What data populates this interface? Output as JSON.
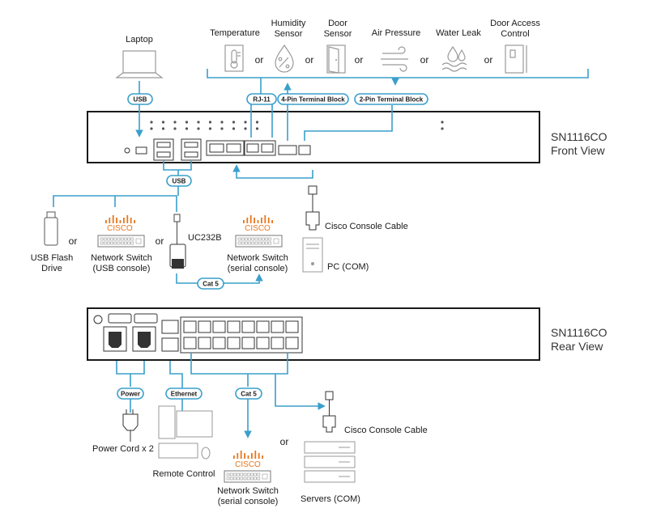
{
  "sensors": {
    "temperature": "Temperature",
    "humidity": [
      "Humidity",
      "Sensor"
    ],
    "door": [
      "Door",
      "Sensor"
    ],
    "air_pressure": "Air Pressure",
    "water_leak": "Water Leak",
    "door_access": [
      "Door Access",
      "Control"
    ],
    "or": "or"
  },
  "connectors": {
    "usb": "USB",
    "rj11": "RJ-11",
    "pin4": "4-Pin Terminal Block",
    "pin2": "2-Pin Terminal Block",
    "cat5": "Cat 5",
    "power": "Power",
    "ethernet": "Ethernet"
  },
  "front": {
    "laptop": "Laptop",
    "model": "SN1116CO",
    "view": "Front View",
    "usb_flash": [
      "USB Flash",
      "Drive"
    ],
    "cisco": "CISCO",
    "switch_usb": [
      "Network Switch",
      "(USB console)"
    ],
    "uc232b": "UC232B",
    "switch_serial": [
      "Network Switch",
      "(serial console)"
    ],
    "console_cable": "Cisco Console Cable",
    "pc": "PC (COM)"
  },
  "rear": {
    "model": "SN1116CO",
    "view": "Rear View",
    "power_cord": "Power Cord x 2",
    "remote_control": "Remote Control",
    "switch_serial": [
      "Network Switch",
      "(serial console)"
    ],
    "console_cable": "Cisco Console Cable",
    "servers": "Servers (COM)",
    "or": "or"
  }
}
